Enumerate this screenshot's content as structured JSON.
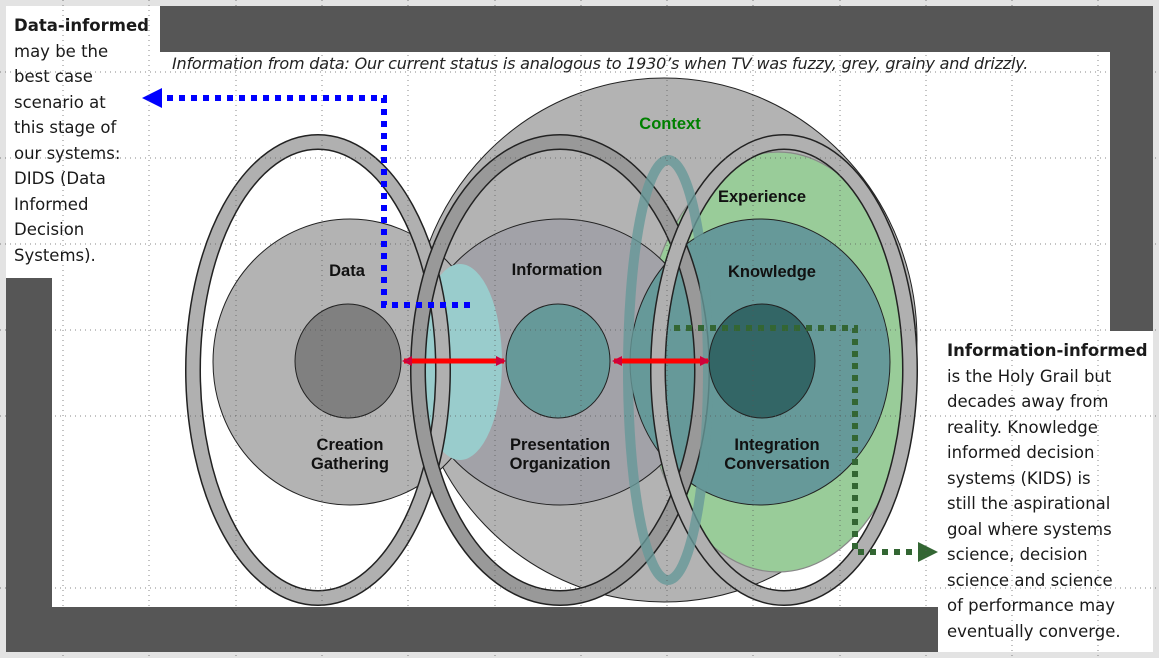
{
  "slide": {
    "subtitle": "Information from data: Our current status is analogous to 1930’s when TV was fuzzy, grey, grainy and drizzly.",
    "left_note": {
      "heading": "Data-informed",
      "lines": [
        "may be the",
        "best case",
        "scenario at",
        "this stage of",
        "our systems:",
        "DIDS (Data",
        "Informed",
        "Decision",
        "Systems)."
      ]
    },
    "right_note": {
      "heading": "Information-informed",
      "lines": [
        "is the Holy Grail but",
        "decades away from",
        "reality. Knowledge",
        "informed decision",
        "systems (KIDS) is",
        "still the aspirational",
        "goal where systems",
        "science, decision",
        "science and science",
        "of performance may",
        "eventually converge."
      ]
    },
    "diagram": {
      "context_label": "Context",
      "experience_label": "Experience",
      "data_label": "Data",
      "data_sub_1": "Creation",
      "data_sub_2": "Gathering",
      "information_label": "Information",
      "information_sub_1": "Presentation",
      "information_sub_2": "Organization",
      "knowledge_label": "Knowledge",
      "knowledge_sub_1": "Integration",
      "knowledge_sub_2": "Conversation"
    },
    "colors": {
      "frame": "#565656",
      "ring": "#b0b0b0",
      "data_circle": "#b3b3b3",
      "data_core": "#808080",
      "information_circle": "#a2a2a8",
      "information_core": "#669999",
      "knowledge_circle": "#669999",
      "knowledge_core": "#336666",
      "experience": "#99cc99",
      "context": "#b3b3b3",
      "context_label": "#008000",
      "arrow_red": "#ff0000",
      "arrow_blue": "#0000ff",
      "arrow_green": "#336633"
    }
  }
}
